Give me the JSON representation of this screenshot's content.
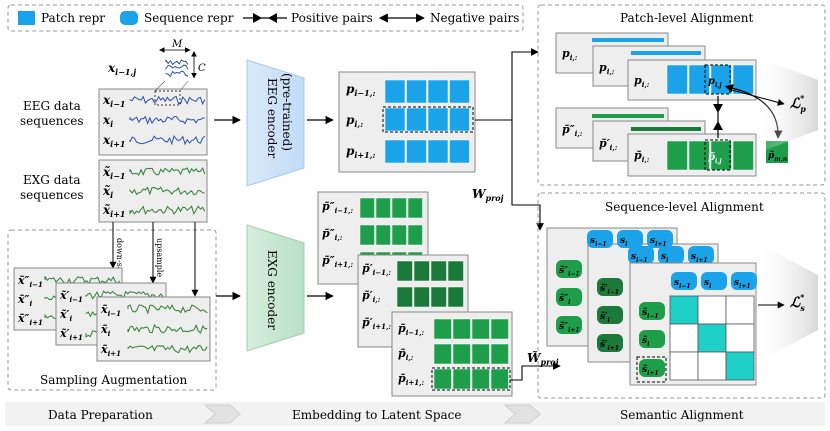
{
  "legend": {
    "patch": "Patch repr",
    "sequence": "Sequence repr",
    "positive": "Positive pairs",
    "negative": "Negative pairs"
  },
  "left": {
    "eeg_label_1": "EEG data",
    "eeg_label_2": "sequences",
    "exg_label_1": "EXG data",
    "exg_label_2": "sequences",
    "sampling": "Sampling Augmentation",
    "M": "M",
    "C": "C",
    "x_ij": "x",
    "x_ij_sub": "i−1,j",
    "eeg_rows": [
      "x",
      "x",
      "x"
    ],
    "eeg_subs": [
      "i−1",
      "i",
      "i+1"
    ],
    "exg_rows": [
      "x̃",
      "x̃",
      "x̃"
    ],
    "exg_subs": [
      "i−1",
      "i",
      "i+1"
    ],
    "downsample": "down-sample",
    "upsample": "upsample",
    "stack1": [
      "x̃″",
      "x̃″",
      "x̃″"
    ],
    "stack1_subs": [
      "i−1",
      "i",
      "i+1"
    ],
    "stack2": [
      "x̃′",
      "x̃′",
      "x̃′"
    ],
    "stack2_subs": [
      "i−1",
      "i",
      "i+1"
    ],
    "stack3": [
      "x̃",
      "x̃",
      "x̃"
    ],
    "stack3_subs": [
      "i−1",
      "i",
      "i+1"
    ]
  },
  "mid": {
    "eeg_encoder": "EEG encoder",
    "eeg_encoder_2": "(pre-trained)",
    "exg_encoder": "EXG encoder",
    "p_rows": [
      "p",
      "p",
      "p"
    ],
    "p_subs": [
      "i−1,:",
      "i,:",
      "i+1,:"
    ],
    "w_proj": "W",
    "w_proj_sub": "proj",
    "w_tilde": "W̃",
    "w_tilde_sub": "proj",
    "pdd": [
      "p̃″",
      "p̃″",
      "p̃″"
    ],
    "pdd_subs": [
      "i−1,:",
      "i,:",
      "i+1,:"
    ],
    "pd": [
      "p̃′",
      "p̃′",
      "p̃′"
    ],
    "pd_subs": [
      "i−1,:",
      "i,:",
      "i+1,:"
    ],
    "pt": [
      "p̃",
      "p̃",
      "p̃"
    ],
    "pt_subs": [
      "i−1,:",
      "i,:",
      "i+1,:"
    ]
  },
  "right": {
    "patch_title": "Patch-level Alignment",
    "seq_title": "Sequence-level Alignment",
    "loss_p": "ℒ",
    "loss_p_sub": "p",
    "loss_s": "ℒ",
    "loss_s_sub": "s",
    "pij": "p",
    "pij_sub": "i,j",
    "pt_ij": "p̃",
    "pt_ij_sub": "i,j",
    "pmn": "p̃",
    "pmn_sub": "m,n",
    "p_i": "p",
    "p_i_sub": "i,:",
    "ptdd_i": "p̃″",
    "ptd_i": "p̃′",
    "pt_i": "p̃",
    "s_top": [
      "s",
      "s",
      "s"
    ],
    "s_top_subs": [
      "i−1",
      "i",
      "i+1"
    ],
    "s_dd": [
      "s̃″",
      "s̃″",
      "s̃″"
    ],
    "s_d": [
      "s̃′",
      "s̃′",
      "s̃′"
    ],
    "s_t": [
      "s̃",
      "s̃",
      "s̃"
    ],
    "s_subs": [
      "i−1",
      "i",
      "i+1"
    ]
  },
  "footer": {
    "step1": "Data Preparation",
    "step2": "Embedding to Latent Space",
    "step3": "Semantic Alignment"
  },
  "colors": {
    "blue": "#1aa3e8",
    "green": "#1e9e4a",
    "dkgreen": "#1b7a3a",
    "teal": "#1fd0c8",
    "eegwave": "#2a4fa8",
    "exgwave": "#2e7d32"
  }
}
